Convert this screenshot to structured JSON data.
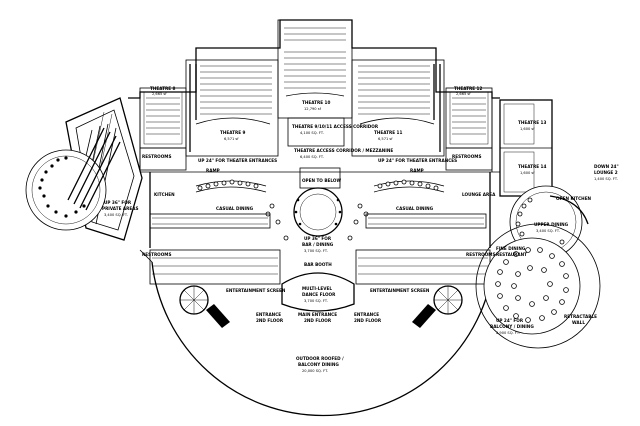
{
  "labels": {
    "theatre_8": "THEATRE 8",
    "theatre_8_area": "2,665 sf",
    "theatre_9": "THEATRE 9",
    "theatre_9_area": "6,571 sf",
    "theatre_10": "THEATRE 10",
    "theatre_10_area": "12,790 sf",
    "theatre_11": "THEATRE 11",
    "theatre_11_area": "6,571 sf",
    "theatre_12": "THEATRE 12",
    "theatre_12_area": "2,665 sf",
    "theatre_13": "THEATRE 13",
    "theatre_13_area": "1,600 sf",
    "theatre_14": "THEATRE 14",
    "theatre_14_area": "1,600 sf",
    "access_corridor": "THEATRE 9/10/11 ACCESS CORRIDOR",
    "access_corridor_area": "4,100 SQ. FT.",
    "theatre_access": "THEATRE ACCESS CORRIDOR / MEZZANINE",
    "theatre_access_area": "6,400 SQ. FT.",
    "restrooms_l": "RESTROOMS",
    "restrooms_r": "RESTROOMS",
    "up_left": "UP 24\" FOR THEATER ENTRANCES",
    "up_right": "UP 24\" FOR THEATER ENTRANCES",
    "ramp_l": "RAMP",
    "ramp_r": "RAMP",
    "open_below": "OPEN TO BELOW",
    "kitchen": "KITCHEN",
    "lounge": "LOUNGE AREA",
    "casual_l": "CASUAL DINING",
    "casual_r": "CASUAL DINING",
    "up_36_a": "UP 36\" FOR",
    "up_36_b": "BAR / DINING",
    "up_36_area": "3,700 SQ. FT.",
    "bar_booth": "BAR BOOTH",
    "restrooms_ml": "RESTROOMS",
    "restrooms_mr": "RESTROOMS",
    "multi_a": "MULTI-LEVEL",
    "multi_b": "DANCE FLOOR",
    "multi_area": "3,700 SQ. FT.",
    "main_entrance": "MAIN ENTRANCE",
    "main_entrance_b": "2ND FLOOR",
    "entrance_l_a": "ENTRANCE",
    "entrance_l_b": "2ND FLOOR",
    "entrance_r_a": "ENTRANCE",
    "entrance_r_b": "2ND FLOOR",
    "entertainment_l": "ENTERTAINMENT SCREEN",
    "entertainment_r": "ENTERTAINMENT SCREEN",
    "outdoor_a": "OUTDOOR ROOFED /",
    "outdoor_b": "BALCONY DINING",
    "outdoor_area": "20,000 SQ. FT.",
    "private_a": "UP 36\" FOR",
    "private_b": "PRIVATE AREAS",
    "private_area": "3,400 SQ. FT.",
    "open_kitchen": "OPEN KITCHEN",
    "upper_a": "UPPER DINING",
    "upper_area": "3,400 SQ. FT.",
    "fine_a": "FINE DINING",
    "fine_b": "RESTAURANT",
    "down_a": "DOWN 24\"",
    "down_b": "LOUNGE 2",
    "down_area": "1,400 SQ. FT.",
    "balcony_a": "UP 24\" FOR",
    "balcony_b": "BALCONY / DINING",
    "balcony_area": "2,900 SQ. FT.",
    "retract_a": "RETRACTABLE",
    "retract_b": "WALL"
  }
}
